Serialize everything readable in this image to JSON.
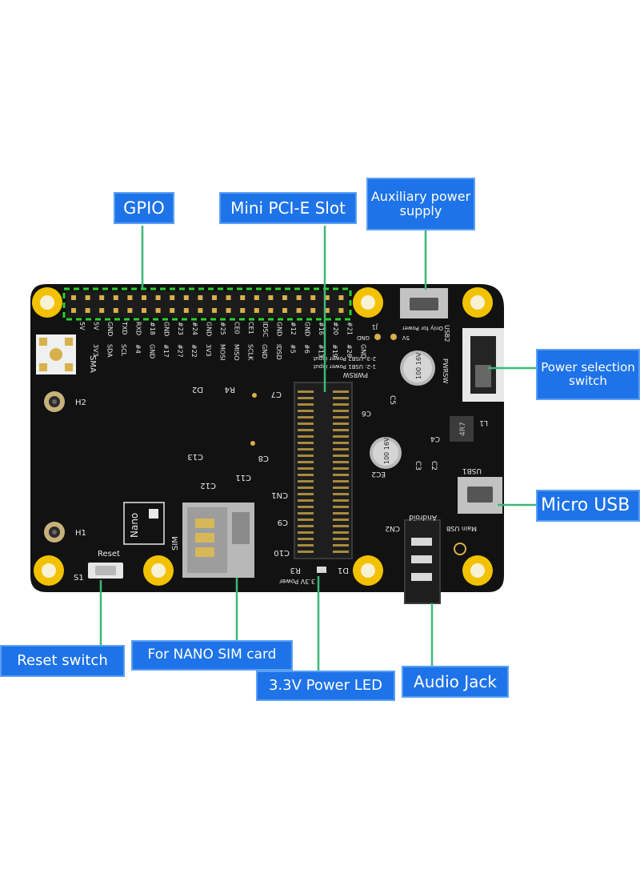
{
  "callouts": {
    "gpio": "GPIO",
    "mini_pcie": "Mini PCI-E Slot",
    "aux_power_line1": "Auxiliary power",
    "aux_power_line2": "supply",
    "power_switch_line1": "Power selection",
    "power_switch_line2": "switch",
    "micro_usb": "Micro USB",
    "audio_jack": "Audio Jack",
    "power_led": "3.3V Power LED",
    "nano_sim": "For NANO SIM card",
    "reset_switch": "Reset switch"
  },
  "board_labels": {
    "sma": "SMA",
    "h1": "H1",
    "h2": "H2",
    "reset": "Reset",
    "s1": "S1",
    "sim": "SIM",
    "nano": "Nano",
    "cn1": "CN1",
    "cn2": "CN2",
    "android": "Android",
    "main_usb": "Main USB",
    "usb1": "USB1",
    "usb2": "USB2",
    "pwrsw": "PWRSW",
    "d1": "D1",
    "r3": "R3",
    "r4": "R4",
    "d2": "D2",
    "c13": "C13",
    "c11": "C11",
    "c12": "C12",
    "c10": "C10",
    "c9": "C9",
    "c8": "C8",
    "c7": "C7",
    "c6": "C6",
    "c5": "C5",
    "c4": "C4",
    "c3": "C3",
    "c2": "C2",
    "ec2": "EC2",
    "l1": "L1",
    "l1_part": "4R7",
    "cap_top": "100 16V",
    "cap_bottom": "100 16V",
    "power_led_label": "3.3V Power",
    "j1": "J1",
    "v5": "5V",
    "gnd": "GND",
    "only_for_power": "Only for Power",
    "pwr_in1": "1-2: USB1 Power input",
    "pwr_in2": "2-3: USB2 Power input"
  },
  "gpio_labels_top": [
    "5V",
    "5V",
    "GND",
    "TXD",
    "RXD",
    "#18",
    "GND",
    "#23",
    "#24",
    "GND",
    "#25",
    "CE0",
    "CE1",
    "IDSC",
    "GND",
    "#12",
    "GND",
    "#16",
    "#20",
    "#21"
  ],
  "gpio_labels_bottom": [
    "3V3",
    "SDA",
    "SCL",
    "#4",
    "GND",
    "#17",
    "#27",
    "#22",
    "3V3",
    "MOSI",
    "MISO",
    "SCLK",
    "GND",
    "IDSD",
    "#5",
    "#6",
    "#13",
    "#19",
    "#26",
    "GND"
  ],
  "colors": {
    "callout": "#1e73e8",
    "leader": "#3cb878",
    "board": "#121212",
    "mount_ring": "#f2c200",
    "gpio_highlight": "#2bd12b"
  }
}
